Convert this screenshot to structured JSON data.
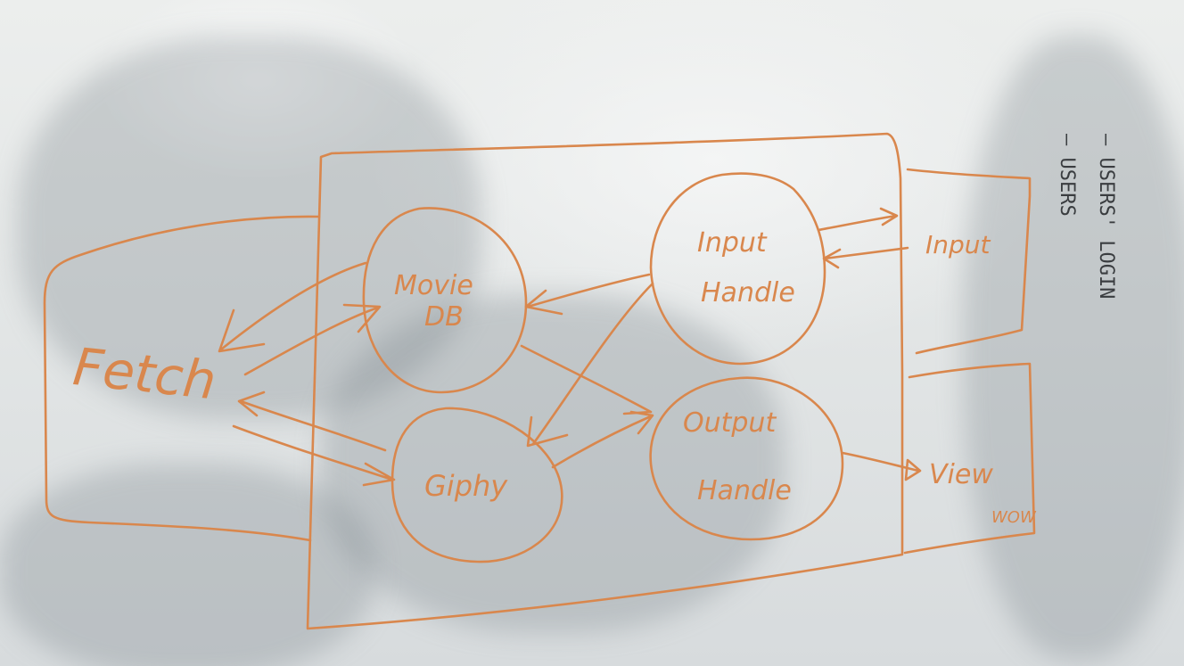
{
  "diagram": {
    "nodes": {
      "fetch": "Fetch",
      "movie_db_line1": "Movie",
      "movie_db_line2": "DB",
      "giphy": "Giphy",
      "input_handle_line1": "Input",
      "input_handle_line2": "Handle",
      "output_handle_line1": "Output",
      "output_handle_line2": "Handle",
      "input": "Input",
      "view": "View",
      "view_note": "WOW"
    },
    "notes": {
      "users_login": "— USERS' LOGIN",
      "users": "— USERS"
    },
    "colors": {
      "marker": "#d9874d",
      "note_ink": "#3a3d40"
    }
  }
}
